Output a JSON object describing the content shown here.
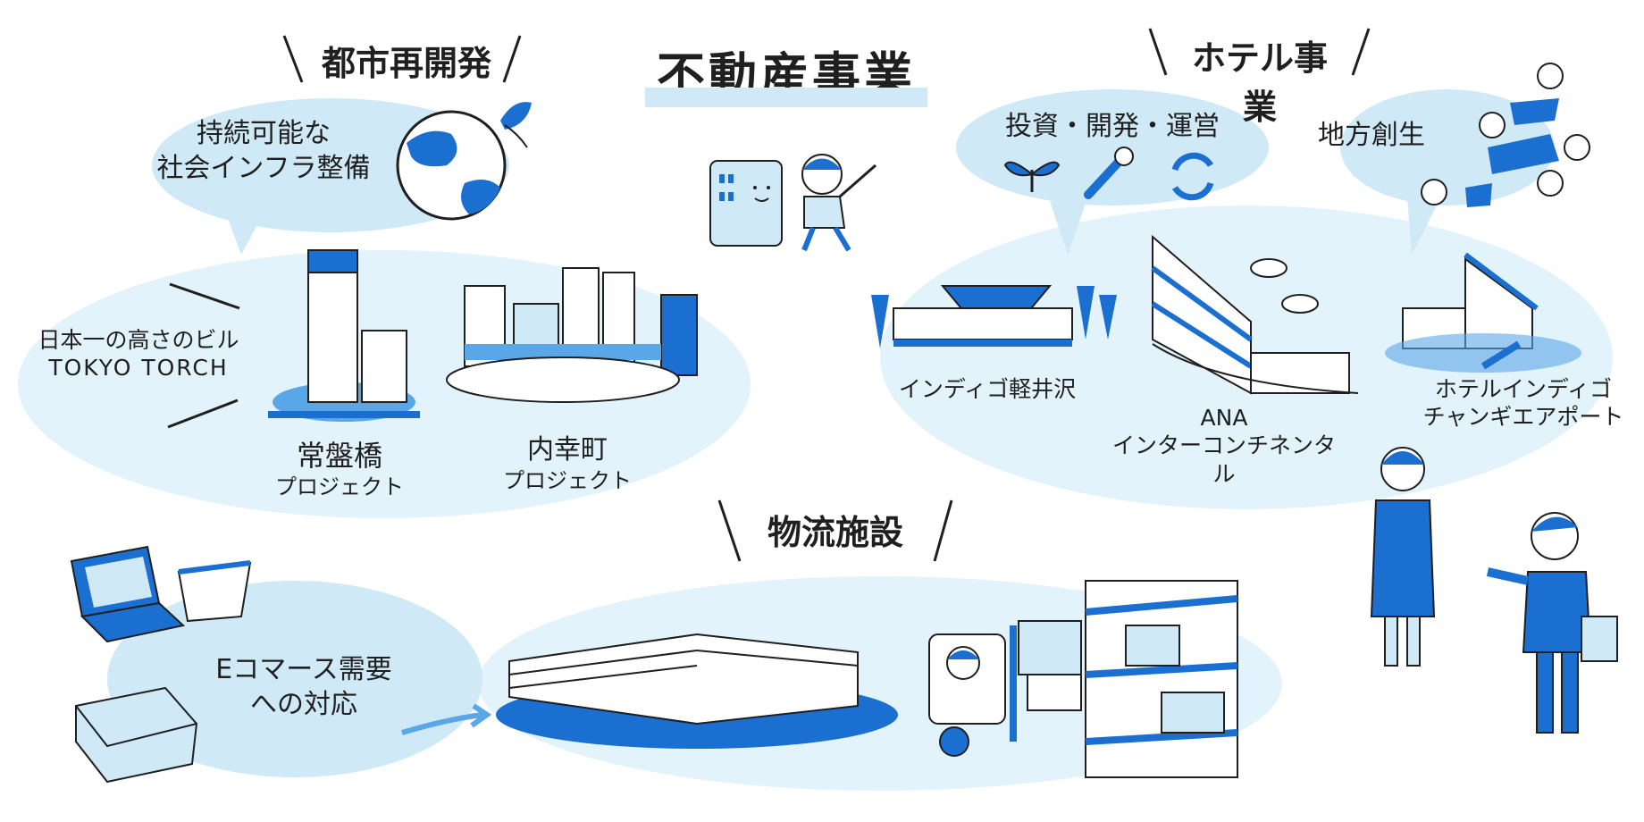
{
  "title": "不動産事業",
  "sections": {
    "urban": {
      "heading": "都市再開発",
      "bubble": [
        "持続可能な",
        "社会インフラ整備"
      ],
      "tokyo_torch": [
        "日本一の高さのビル",
        "TOKYO TORCH"
      ],
      "projects": [
        {
          "name": "常盤橋",
          "sub": "プロジェクト"
        },
        {
          "name": "内幸町",
          "sub": "プロジェクト"
        }
      ]
    },
    "hotel": {
      "heading": "ホテル事業",
      "bubble": "投資・開発・運営",
      "regional": "地方創生",
      "hotels": [
        {
          "name": "インディゴ軽井沢"
        },
        {
          "name": "ANA",
          "sub": "インターコンチネンタル"
        },
        {
          "name": "ホテルインディゴ",
          "sub": "チャンギエアポート"
        }
      ]
    },
    "logistics": {
      "heading": "物流施設",
      "bubble": [
        "Eコマース需要",
        "への対応"
      ]
    }
  },
  "colors": {
    "accent": "#1a6fd1",
    "mid_blue": "#5aa7e8",
    "light_blue": "#cfe9f7",
    "pale_blue": "#e3f3fb",
    "ink": "#1f1f1f"
  },
  "icons": [
    "globe-icon",
    "sprout-icon",
    "wrench-icon",
    "cycle-icon",
    "building-mascot-icon",
    "person-cheering-icon",
    "laptop-icon",
    "basket-icon",
    "box-icon",
    "forklift-icon",
    "warehouse-icon",
    "speech-bubble-icon"
  ]
}
